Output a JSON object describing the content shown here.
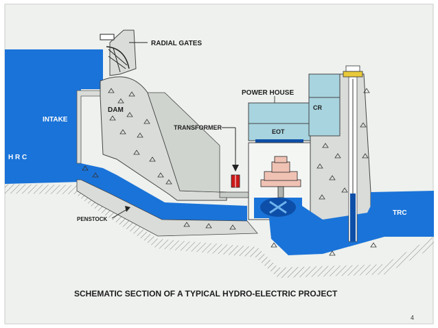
{
  "labels": {
    "radial_gates": "RADIAL  GATES",
    "power_house": "POWER HOUSE",
    "cr": "CR",
    "intake": "INTAKE",
    "dam": "DAM",
    "transformer": "TRANSFORMER",
    "eot": "EOT",
    "hrc": "H R C",
    "trc": "TRC",
    "penstock": "PENSTOCK"
  },
  "caption": "SCHEMATIC SECTION OF A TYPICAL HYDRO-ELECTRIC PROJECT",
  "page_number": "4",
  "colors": {
    "water": "#1a73d8",
    "water_dark": "#0d4fa8",
    "concrete": "#d9dcd9",
    "sky": "#eef1ee",
    "building_blue": "#a8d4df",
    "transformer_red": "#cc1a1a",
    "generator": "#f0c2b4"
  }
}
